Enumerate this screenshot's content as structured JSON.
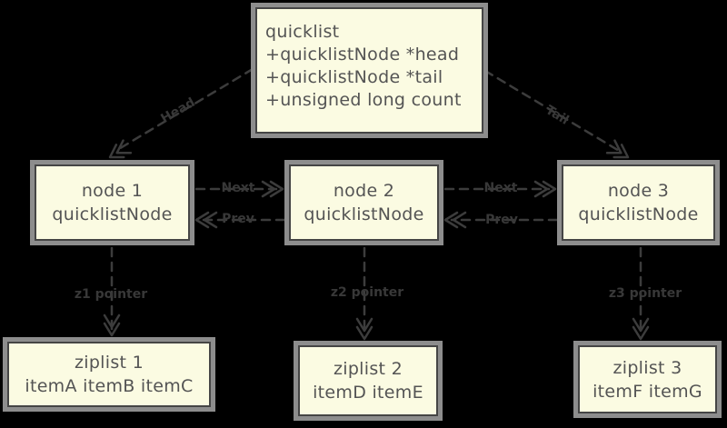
{
  "colors": {
    "background": "#000000",
    "box_fill": "#fbfbe2",
    "box_border": "#454545",
    "box_frame": "#8d8d8d",
    "box_text": "#545454",
    "connector": "#3c3c3c"
  },
  "quicklist": {
    "lines": [
      "quicklist",
      "+quicklistNode *head",
      "+quicklistNode *tail",
      "+unsigned long count"
    ]
  },
  "nodes": [
    {
      "name": "node 1",
      "type": "quicklistNode"
    },
    {
      "name": "node 2",
      "type": "quicklistNode"
    },
    {
      "name": "node 3",
      "type": "quicklistNode"
    }
  ],
  "ziplists": [
    {
      "name": "ziplist 1",
      "items": "itemA itemB itemC"
    },
    {
      "name": "ziplist 2",
      "items": "itemD itemE"
    },
    {
      "name": "ziplist 3",
      "items": "itemF itemG"
    }
  ],
  "labels": {
    "head": "Head",
    "tail": "Tail",
    "next": "Next",
    "prev": "Prev",
    "pointers": [
      "z1 pointer",
      "z2 pointer",
      "z3 pointer"
    ]
  }
}
